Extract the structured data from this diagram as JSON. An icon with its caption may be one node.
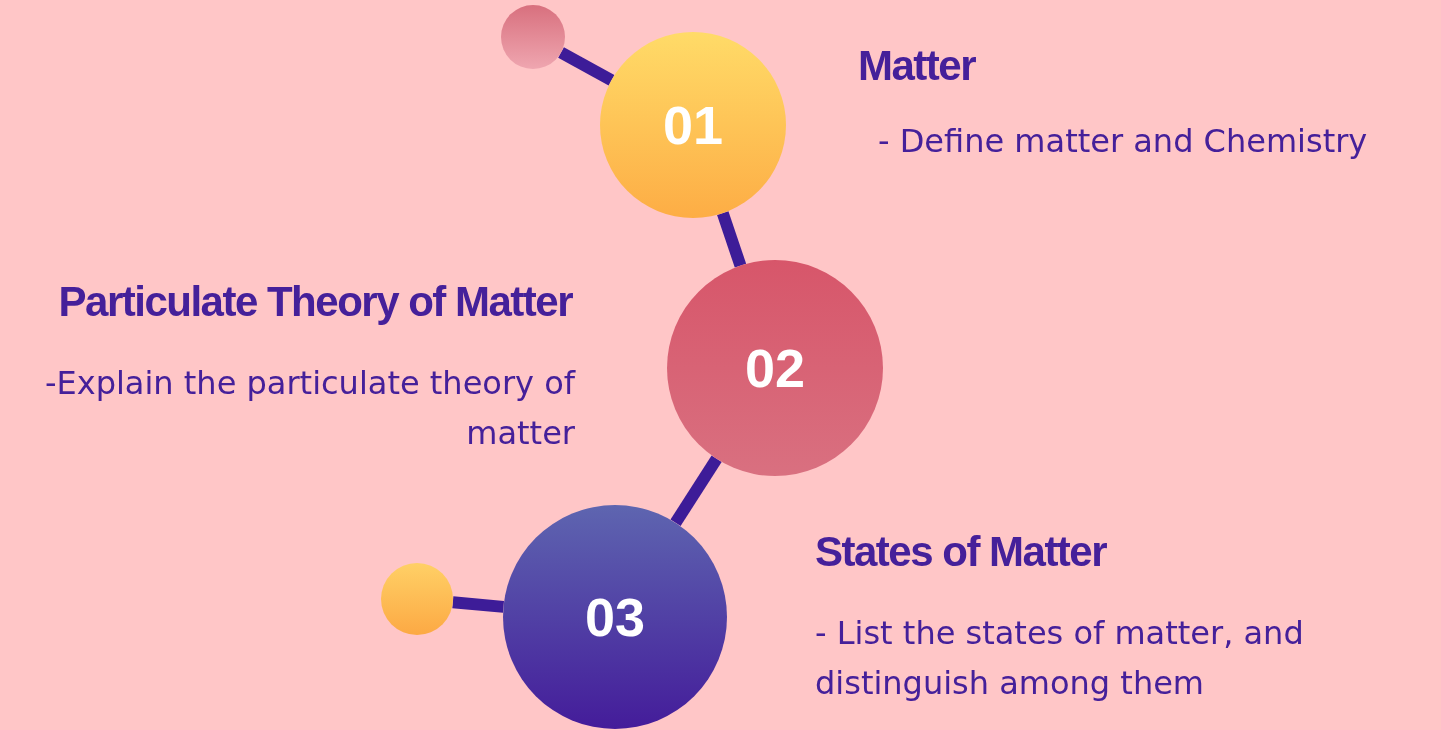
{
  "diagram": {
    "nodes": [
      {
        "text": [],
        "shape": "circle"
      },
      {
        "text": [
          "01"
        ],
        "beside": [
          "Matter",
          "- Define matter and Chemistry"
        ]
      },
      {
        "text": [
          "02"
        ],
        "beside": [
          "Particulate Theory of Matter",
          "-Explain the particulate theory of matter"
        ]
      },
      {
        "text": [],
        "shape": "circle"
      },
      {
        "text": [
          "03"
        ],
        "beside": [
          "States of Matter",
          "- List the states of matter, and distinguish among them"
        ]
      }
    ],
    "edges": [
      {
        "from": 0,
        "to": 1,
        "arrow": "none"
      },
      {
        "from": 1,
        "to": 2,
        "arrow": "none"
      },
      {
        "from": 2,
        "to": 4,
        "arrow": "none"
      },
      {
        "from": 3,
        "to": 4,
        "arrow": "none"
      }
    ]
  }
}
